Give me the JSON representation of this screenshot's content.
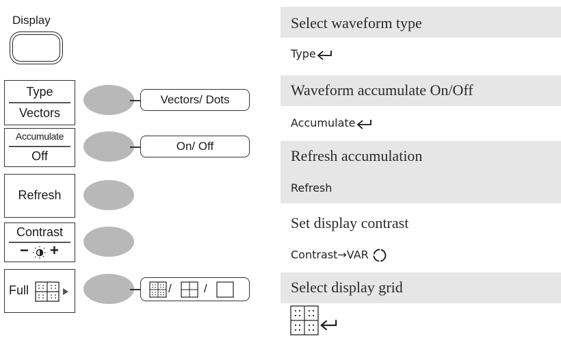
{
  "display_key": {
    "label": "Display"
  },
  "menu": [
    {
      "title": "Type",
      "value": "Vectors"
    },
    {
      "title": "Accumulate",
      "value": "Off"
    },
    {
      "title": "Refresh"
    },
    {
      "title": "Contrast",
      "symbol_minus": "−",
      "symbol_plus": "+"
    },
    {
      "title": "Full"
    }
  ],
  "options": {
    "type": "Vectors/ Dots",
    "accumulate": "On/ Off",
    "grid_separator": "/"
  },
  "descriptions": [
    {
      "text": "Select waveform type",
      "key": "Type"
    },
    {
      "text": "Waveform accumulate On/Off",
      "key": "Accumulate"
    },
    {
      "text": "Refresh accumulation",
      "key": "Refresh"
    },
    {
      "text": "Set display contrast",
      "key": "Contrast→VAR"
    },
    {
      "text": "Select display grid"
    }
  ],
  "icons": {
    "enter": "enter-return-icon",
    "var_knob": "variable-knob-icon",
    "contrast": "contrast-sun-icon",
    "grid_full": "full-grid-icon",
    "grid_cross": "cross-grid-icon",
    "grid_frame": "frame-grid-icon"
  },
  "colors": {
    "row_bg": "#e6e6e6",
    "softkey": "#b8b8b8"
  }
}
